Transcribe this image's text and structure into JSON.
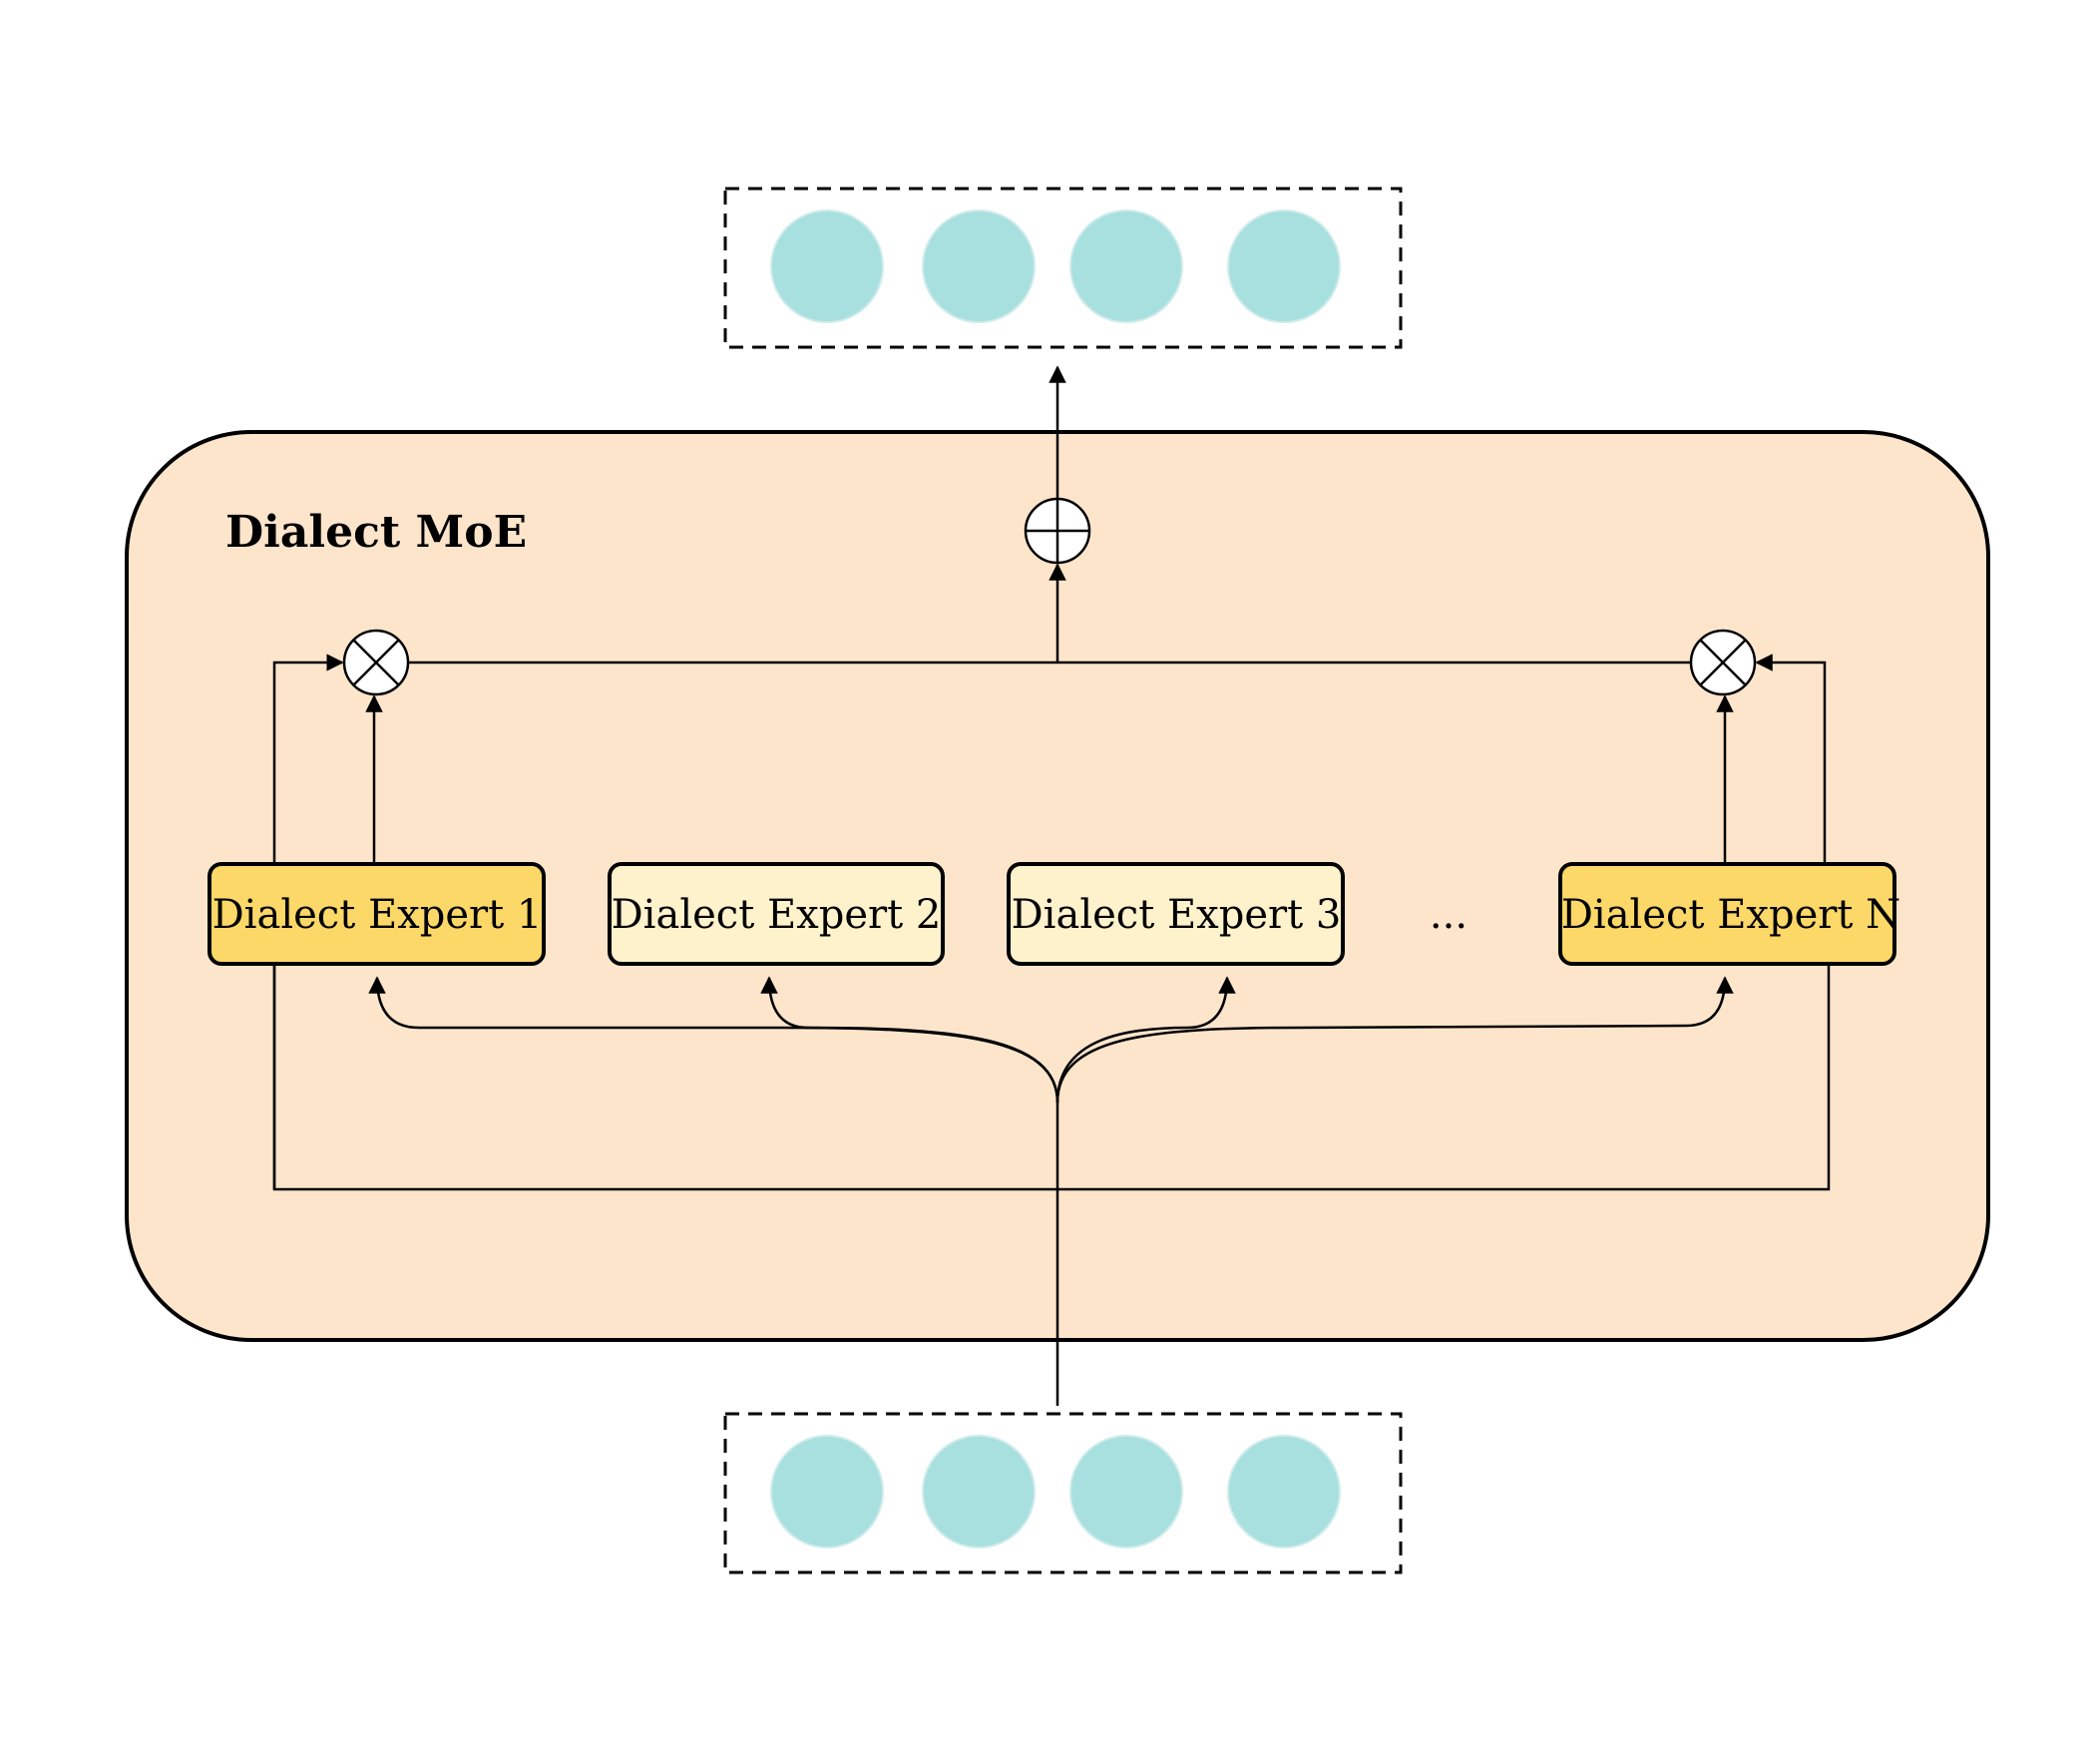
{
  "diagram": {
    "title": "Dialect MoE",
    "ellipsis": "...",
    "experts": [
      {
        "label": "Dialect Expert 1",
        "selected": true
      },
      {
        "label": "Dialect Expert 2",
        "selected": false
      },
      {
        "label": "Dialect Expert 3",
        "selected": false
      },
      {
        "label": "Dialect Expert N",
        "selected": true
      }
    ],
    "output_tokens": 4,
    "input_tokens": 4,
    "operators": {
      "sum": "circle-plus",
      "multiply": "circle-times"
    }
  },
  "colors": {
    "moe_background": "#fde5cc",
    "expert_selected": "#fbd867",
    "expert_unselected": "#fef2cc",
    "token": "#a8e0df",
    "line": "#000000",
    "page_background": "#ffffff"
  }
}
